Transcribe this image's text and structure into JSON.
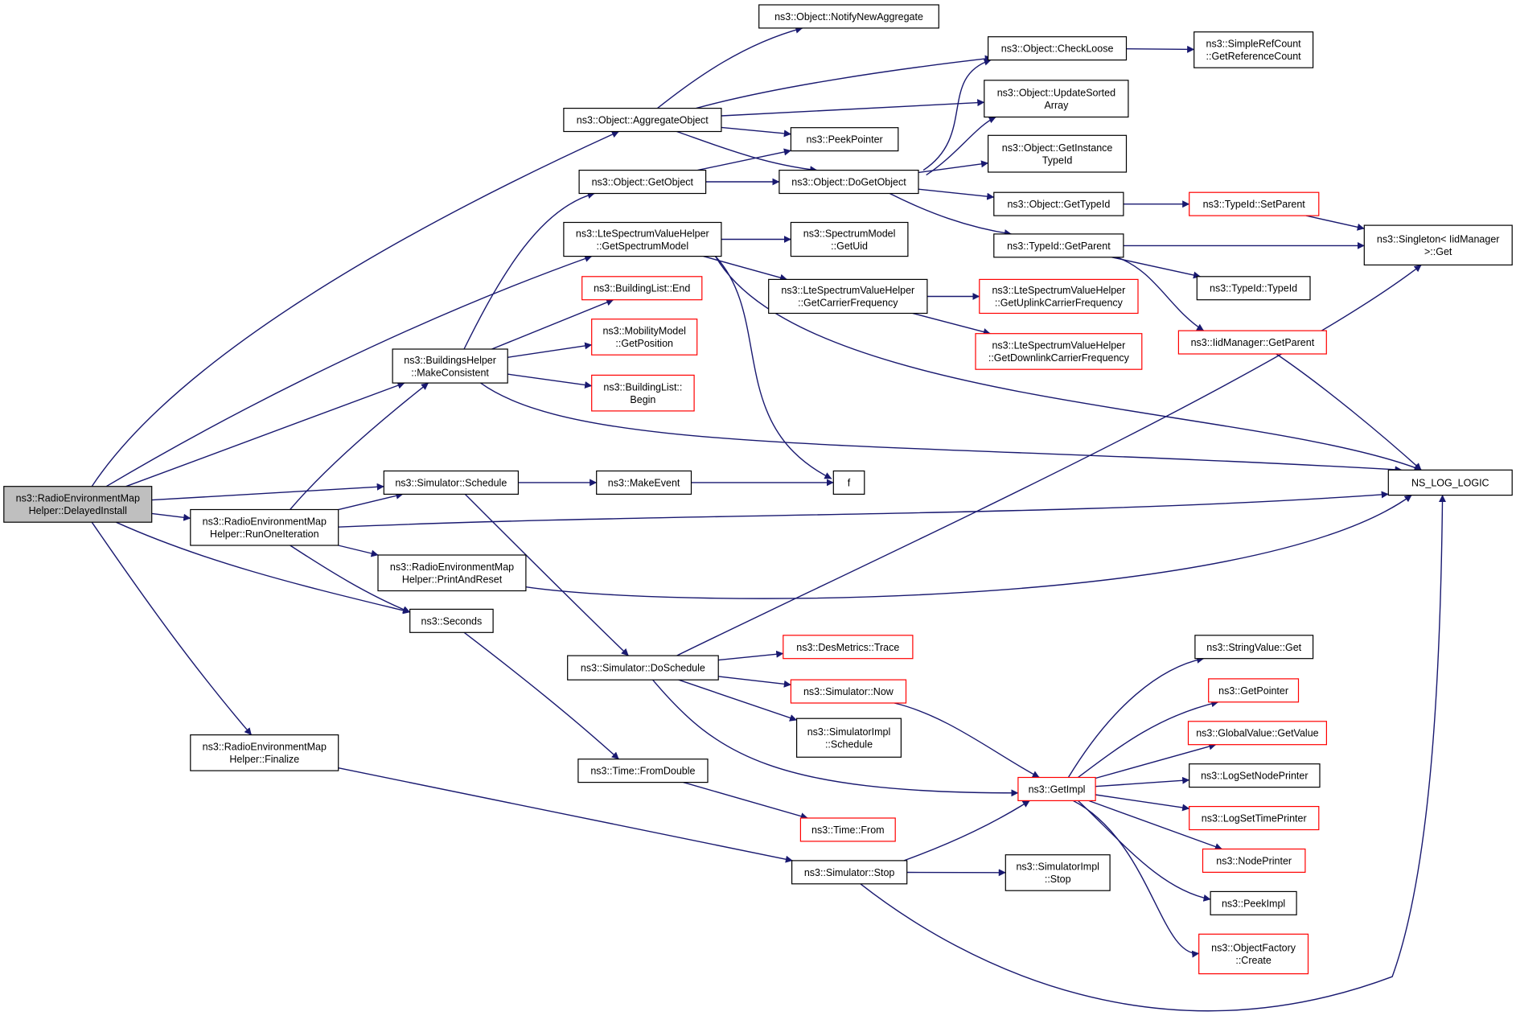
{
  "colors": {
    "edge": "#191970",
    "node_border_normal": "#000000",
    "node_border_truncated": "#ff0000",
    "node_fill_normal": "#ffffff",
    "root_fill": "#bfbfbf"
  },
  "nodes": [
    {
      "id": "delayed_install",
      "lines": [
        "ns3::RadioEnvironmentMap",
        "Helper::DelayedInstall"
      ],
      "style": "root"
    },
    {
      "id": "aggregate_object",
      "lines": [
        "ns3::Object::AggregateObject"
      ],
      "style": "normal"
    },
    {
      "id": "get_spectrum_model",
      "lines": [
        "ns3::LteSpectrumValueHelper",
        "::GetSpectrumModel"
      ],
      "style": "normal"
    },
    {
      "id": "make_consistent",
      "lines": [
        "ns3::BuildingsHelper",
        "::MakeConsistent"
      ],
      "style": "normal"
    },
    {
      "id": "schedule",
      "lines": [
        "ns3::Simulator::Schedule"
      ],
      "style": "normal"
    },
    {
      "id": "run_one_iteration",
      "lines": [
        "ns3::RadioEnvironmentMap",
        "Helper::RunOneIteration"
      ],
      "style": "normal"
    },
    {
      "id": "seconds",
      "lines": [
        "ns3::Seconds"
      ],
      "style": "normal"
    },
    {
      "id": "finalize",
      "lines": [
        "ns3::RadioEnvironmentMap",
        "Helper::Finalize"
      ],
      "style": "normal"
    },
    {
      "id": "notify_new_aggregate",
      "lines": [
        "ns3::Object::NotifyNewAggregate"
      ],
      "style": "normal"
    },
    {
      "id": "check_loose",
      "lines": [
        "ns3::Object::CheckLoose"
      ],
      "style": "normal"
    },
    {
      "id": "update_sorted_array",
      "lines": [
        "ns3::Object::UpdateSorted",
        "Array"
      ],
      "style": "normal"
    },
    {
      "id": "peek_pointer",
      "lines": [
        "ns3::PeekPointer"
      ],
      "style": "normal"
    },
    {
      "id": "do_get_object",
      "lines": [
        "ns3::Object::DoGetObject"
      ],
      "style": "normal"
    },
    {
      "id": "get_object",
      "lines": [
        "ns3::Object::GetObject"
      ],
      "style": "normal"
    },
    {
      "id": "get_reference_count",
      "lines": [
        "ns3::SimpleRefCount",
        "::GetReferenceCount"
      ],
      "style": "normal"
    },
    {
      "id": "get_instance_typeid",
      "lines": [
        "ns3::Object::GetInstance",
        "TypeId"
      ],
      "style": "normal"
    },
    {
      "id": "get_typeid",
      "lines": [
        "ns3::Object::GetTypeId"
      ],
      "style": "normal"
    },
    {
      "id": "typeid_get_parent",
      "lines": [
        "ns3::TypeId::GetParent"
      ],
      "style": "normal"
    },
    {
      "id": "set_parent",
      "lines": [
        "ns3::TypeId::SetParent"
      ],
      "style": "truncated"
    },
    {
      "id": "singleton_get",
      "lines": [
        "ns3::Singleton< IidManager",
        ">::Get"
      ],
      "style": "normal"
    },
    {
      "id": "typeid_typeid",
      "lines": [
        "ns3::TypeId::TypeId"
      ],
      "style": "normal"
    },
    {
      "id": "iidmanager_get_parent",
      "lines": [
        "ns3::IidManager::GetParent"
      ],
      "style": "truncated"
    },
    {
      "id": "spectrum_get_uid",
      "lines": [
        "ns3::SpectrumModel",
        "::GetUid"
      ],
      "style": "normal"
    },
    {
      "id": "get_carrier_frequency",
      "lines": [
        "ns3::LteSpectrumValueHelper",
        "::GetCarrierFrequency"
      ],
      "style": "normal"
    },
    {
      "id": "get_uplink_carrier",
      "lines": [
        "ns3::LteSpectrumValueHelper",
        "::GetUplinkCarrierFrequency"
      ],
      "style": "truncated"
    },
    {
      "id": "get_downlink_carrier",
      "lines": [
        "ns3::LteSpectrumValueHelper",
        "::GetDownlinkCarrierFrequency"
      ],
      "style": "truncated"
    },
    {
      "id": "building_list_end",
      "lines": [
        "ns3::BuildingList::End"
      ],
      "style": "truncated"
    },
    {
      "id": "mobility_get_position",
      "lines": [
        "ns3::MobilityModel",
        "::GetPosition"
      ],
      "style": "truncated"
    },
    {
      "id": "building_list_begin",
      "lines": [
        "ns3::BuildingList::",
        "Begin"
      ],
      "style": "truncated"
    },
    {
      "id": "make_event",
      "lines": [
        "ns3::MakeEvent"
      ],
      "style": "normal"
    },
    {
      "id": "f",
      "lines": [
        "f"
      ],
      "style": "normal"
    },
    {
      "id": "ns_log_logic",
      "lines": [
        "NS_LOG_LOGIC"
      ],
      "style": "normal"
    },
    {
      "id": "print_and_reset",
      "lines": [
        "ns3::RadioEnvironmentMap",
        "Helper::PrintAndReset"
      ],
      "style": "normal"
    },
    {
      "id": "do_schedule",
      "lines": [
        "ns3::Simulator::DoSchedule"
      ],
      "style": "normal"
    },
    {
      "id": "des_metrics_trace",
      "lines": [
        "ns3::DesMetrics::Trace"
      ],
      "style": "truncated"
    },
    {
      "id": "simulator_now",
      "lines": [
        "ns3::Simulator::Now"
      ],
      "style": "truncated"
    },
    {
      "id": "simulator_impl_schedule",
      "lines": [
        "ns3::SimulatorImpl",
        "::Schedule"
      ],
      "style": "normal"
    },
    {
      "id": "get_impl",
      "lines": [
        "ns3::GetImpl"
      ],
      "style": "truncated"
    },
    {
      "id": "time_from_double",
      "lines": [
        "ns3::Time::FromDouble"
      ],
      "style": "normal"
    },
    {
      "id": "time_from",
      "lines": [
        "ns3::Time::From"
      ],
      "style": "truncated"
    },
    {
      "id": "simulator_stop",
      "lines": [
        "ns3::Simulator::Stop"
      ],
      "style": "normal"
    },
    {
      "id": "simulator_impl_stop",
      "lines": [
        "ns3::SimulatorImpl",
        "::Stop"
      ],
      "style": "normal"
    },
    {
      "id": "string_value_get",
      "lines": [
        "ns3::StringValue::Get"
      ],
      "style": "normal"
    },
    {
      "id": "get_pointer",
      "lines": [
        "ns3::GetPointer"
      ],
      "style": "truncated"
    },
    {
      "id": "global_value_get_value",
      "lines": [
        "ns3::GlobalValue::GetValue"
      ],
      "style": "truncated"
    },
    {
      "id": "log_set_node_printer",
      "lines": [
        "ns3::LogSetNodePrinter"
      ],
      "style": "normal"
    },
    {
      "id": "log_set_time_printer",
      "lines": [
        "ns3::LogSetTimePrinter"
      ],
      "style": "truncated"
    },
    {
      "id": "node_printer",
      "lines": [
        "ns3::NodePrinter"
      ],
      "style": "truncated"
    },
    {
      "id": "peek_impl",
      "lines": [
        "ns3::PeekImpl"
      ],
      "style": "normal"
    },
    {
      "id": "object_factory_create",
      "lines": [
        "ns3::ObjectFactory",
        "::Create"
      ],
      "style": "truncated"
    }
  ],
  "edges": [
    [
      "delayed_install",
      "aggregate_object"
    ],
    [
      "delayed_install",
      "get_spectrum_model"
    ],
    [
      "delayed_install",
      "make_consistent"
    ],
    [
      "delayed_install",
      "schedule"
    ],
    [
      "delayed_install",
      "run_one_iteration"
    ],
    [
      "delayed_install",
      "seconds"
    ],
    [
      "delayed_install",
      "finalize"
    ],
    [
      "aggregate_object",
      "notify_new_aggregate"
    ],
    [
      "aggregate_object",
      "check_loose"
    ],
    [
      "aggregate_object",
      "update_sorted_array"
    ],
    [
      "aggregate_object",
      "peek_pointer"
    ],
    [
      "aggregate_object",
      "do_get_object"
    ],
    [
      "check_loose",
      "get_reference_count"
    ],
    [
      "get_object",
      "peek_pointer"
    ],
    [
      "get_object",
      "do_get_object"
    ],
    [
      "do_get_object",
      "check_loose"
    ],
    [
      "do_get_object",
      "update_sorted_array"
    ],
    [
      "do_get_object",
      "get_instance_typeid"
    ],
    [
      "do_get_object",
      "get_typeid"
    ],
    [
      "do_get_object",
      "typeid_get_parent"
    ],
    [
      "get_typeid",
      "set_parent"
    ],
    [
      "set_parent",
      "singleton_get"
    ],
    [
      "typeid_get_parent",
      "singleton_get"
    ],
    [
      "typeid_get_parent",
      "typeid_typeid"
    ],
    [
      "typeid_get_parent",
      "iidmanager_get_parent"
    ],
    [
      "iidmanager_get_parent",
      "ns_log_logic"
    ],
    [
      "get_spectrum_model",
      "spectrum_get_uid"
    ],
    [
      "get_spectrum_model",
      "get_carrier_frequency"
    ],
    [
      "get_spectrum_model",
      "f"
    ],
    [
      "get_spectrum_model",
      "ns_log_logic"
    ],
    [
      "get_carrier_frequency",
      "get_uplink_carrier"
    ],
    [
      "get_carrier_frequency",
      "get_downlink_carrier"
    ],
    [
      "make_consistent",
      "get_object"
    ],
    [
      "make_consistent",
      "building_list_end"
    ],
    [
      "make_consistent",
      "mobility_get_position"
    ],
    [
      "make_consistent",
      "building_list_begin"
    ],
    [
      "make_consistent",
      "ns_log_logic"
    ],
    [
      "schedule",
      "make_event"
    ],
    [
      "schedule",
      "do_schedule"
    ],
    [
      "make_event",
      "f"
    ],
    [
      "run_one_iteration",
      "make_consistent"
    ],
    [
      "run_one_iteration",
      "schedule"
    ],
    [
      "run_one_iteration",
      "ns_log_logic"
    ],
    [
      "run_one_iteration",
      "print_and_reset"
    ],
    [
      "run_one_iteration",
      "seconds"
    ],
    [
      "print_and_reset",
      "ns_log_logic"
    ],
    [
      "seconds",
      "time_from_double"
    ],
    [
      "time_from_double",
      "time_from"
    ],
    [
      "finalize",
      "simulator_stop"
    ],
    [
      "do_schedule",
      "singleton_get"
    ],
    [
      "do_schedule",
      "des_metrics_trace"
    ],
    [
      "do_schedule",
      "simulator_now"
    ],
    [
      "do_schedule",
      "simulator_impl_schedule"
    ],
    [
      "do_schedule",
      "get_impl"
    ],
    [
      "simulator_now",
      "get_impl"
    ],
    [
      "simulator_stop",
      "get_impl"
    ],
    [
      "simulator_stop",
      "simulator_impl_stop"
    ],
    [
      "simulator_stop",
      "ns_log_logic"
    ],
    [
      "get_impl",
      "string_value_get"
    ],
    [
      "get_impl",
      "get_pointer"
    ],
    [
      "get_impl",
      "global_value_get_value"
    ],
    [
      "get_impl",
      "log_set_node_printer"
    ],
    [
      "get_impl",
      "log_set_time_printer"
    ],
    [
      "get_impl",
      "node_printer"
    ],
    [
      "get_impl",
      "peek_impl"
    ],
    [
      "get_impl",
      "object_factory_create"
    ]
  ]
}
